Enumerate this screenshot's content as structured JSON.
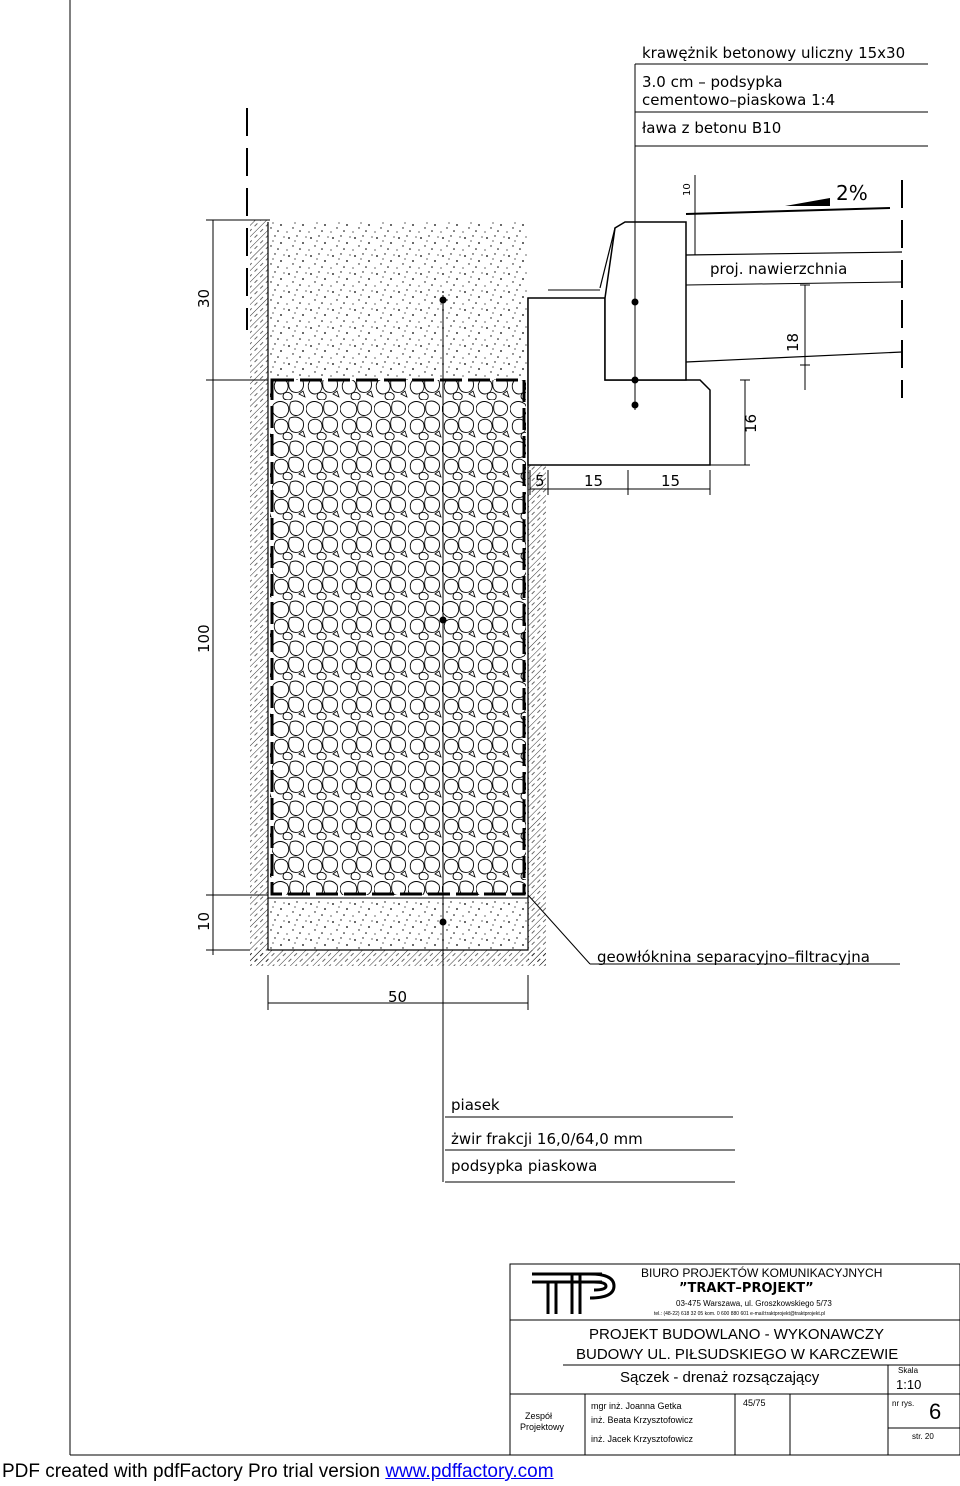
{
  "drawing": {
    "labels": {
      "kraweznik": "krawężnik betonowy uliczny 15x30",
      "podsypka_line1": "3.0 cm – podsypka",
      "podsypka_line2": "cementowo–piaskowa 1:4",
      "lawa": "ława z betonu B10",
      "slope": "2%",
      "nawierzchnia": "proj. nawierzchnia",
      "geowloknina": "geowłóknina separacyjno–filtracyjna",
      "piasek": "piasek",
      "zwir": "żwir frakcji 16,0/64,0 mm",
      "podsypka_piaskowa": "podsypka piaskowa"
    },
    "dimensions": {
      "d10_top": "10",
      "d18": "18",
      "d16": "16",
      "d5": "5",
      "d15a": "15",
      "d15b": "15",
      "d30": "30",
      "d100": "100",
      "d10_bottom": "10",
      "d50": "50"
    }
  },
  "title_block": {
    "office": "BIURO PROJEKTÓW KOMUNIKACYJNYCH",
    "company": "”TRAKT–PROJEKT”",
    "address": "03-475 Warszawa, ul. Groszkowskiego 5/73",
    "contact": "tel.: (48-22) 618 32 05  kom. 0 600 880 601  e-mail:traktprojekt@traktprojekt.pl",
    "project_line1": "PROJEKT BUDOWLANO - WYKONAWCZY",
    "project_line2": "BUDOWY UL. PIŁSUDSKIEGO W KARCZEWIE",
    "drawing_title": "Sączek - drenaż rozsączający",
    "scale_label": "Skala",
    "scale_value": "1:10",
    "team_line1": "Zespół",
    "team_line2": "Projektowy",
    "designers": [
      "mgr inż. Joanna Getka",
      "inż. Beata Krzysztofowicz",
      "inż. Jacek Krzysztofowicz"
    ],
    "number": "45/75",
    "sheet_no_label": "nr rys.",
    "sheet_no": "6",
    "page": "str. 20"
  },
  "footer": {
    "text": "PDF created with pdfFactory Pro trial version ",
    "link": "www.pdffactory.com"
  }
}
